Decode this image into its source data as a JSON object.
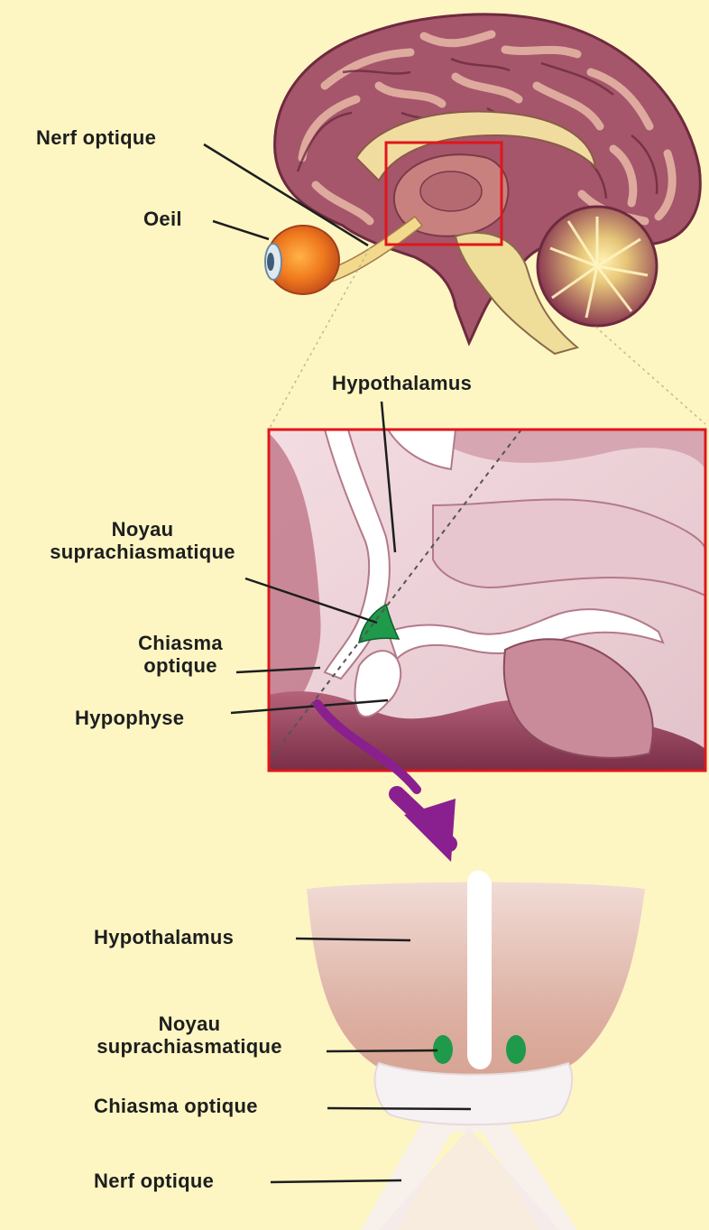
{
  "top_labels": {
    "optic_nerve": "Nerf optique",
    "eye": "Oeil"
  },
  "detail_labels": {
    "hypothalamus": "Hypothalamus",
    "scn_line1": "Noyau",
    "scn_line2": "suprachiasmatique",
    "chiasm_line1": "Chiasma",
    "chiasm_line2": "optique",
    "pituitary": "Hypophyse"
  },
  "bottom_labels": {
    "hypothalamus": "Hypothalamus",
    "scn_line1": "Noyau",
    "scn_line2": "suprachiasmatique",
    "chiasm": "Chiasma optique",
    "optic_nerve": "Nerf optique"
  },
  "colors": {
    "background": "#fdf6c3",
    "highlight_box": "#e0161b",
    "scn_green": "#1f9a4a",
    "arrow_purple": "#8a1f8f",
    "brain_tissue": "#a85d6f"
  }
}
